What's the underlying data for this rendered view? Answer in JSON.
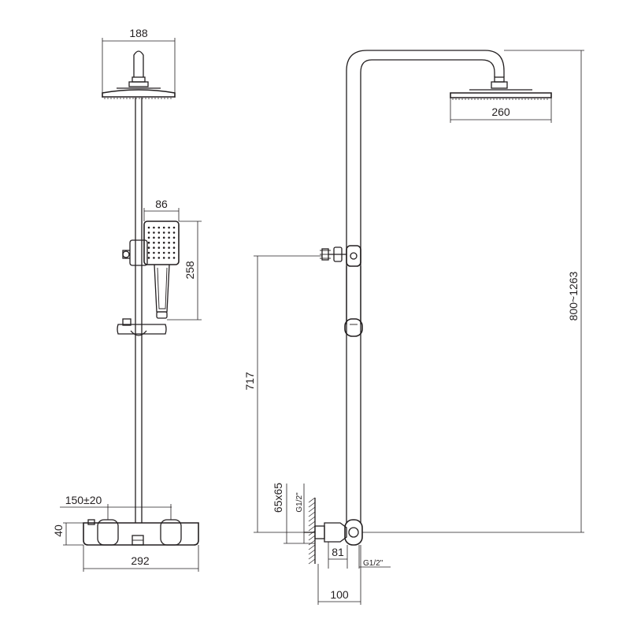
{
  "dimensions": {
    "shower_head_front_width": "188",
    "hand_shower_width": "86",
    "hand_shower_length": "258",
    "inlet_spacing": "150±20",
    "mixer_height": "40",
    "mixer_width": "292",
    "shower_head_side_width": "260",
    "total_height_range": "800~1263",
    "inlet_to_hand_bracket": "717",
    "wall_recess": "65x65",
    "inlet_thread_left": "G1/2\"",
    "inlet_thread_right": "G1/2\"",
    "eccentric_offset": "81",
    "wall_to_pipe": "100"
  }
}
